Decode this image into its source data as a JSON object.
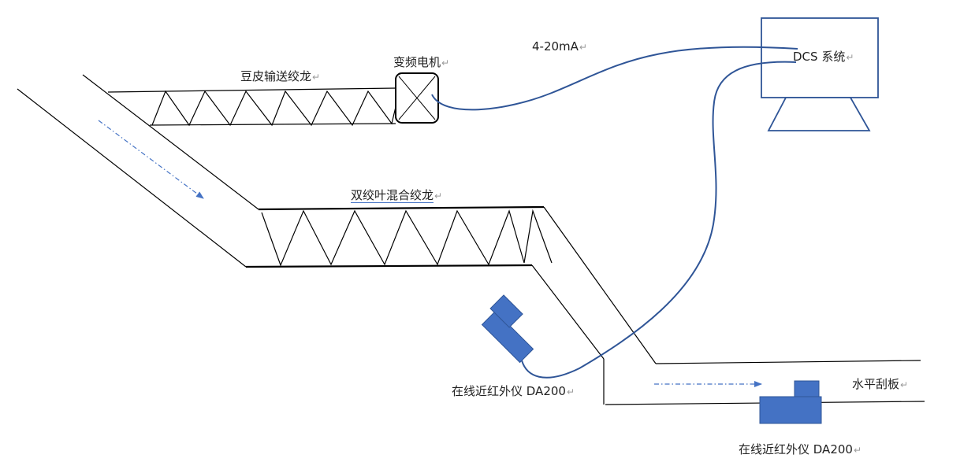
{
  "labels": {
    "soy_conveyor": "豆皮输送绞龙",
    "vfd_motor": "变频电机",
    "signal": "4-20mA",
    "dcs": "DCS 系统",
    "mix_auger": "双绞叶混合绞龙",
    "nir_1": "在线近红外仪 DA200",
    "scraper": "水平刮板",
    "nir_2": "在线近红外仪 DA200",
    "return_mark": "↵"
  },
  "colors": {
    "cable": "#2f5597",
    "instrument": "#4472c4",
    "line": "#000000",
    "flow_arrow": "#4472c4"
  },
  "icons": {
    "motor": "box-with-x-icon",
    "dcs": "computer-monitor-icon",
    "analyzer": "nir-analyzer-icon",
    "flow": "dash-dot-arrow-icon"
  }
}
